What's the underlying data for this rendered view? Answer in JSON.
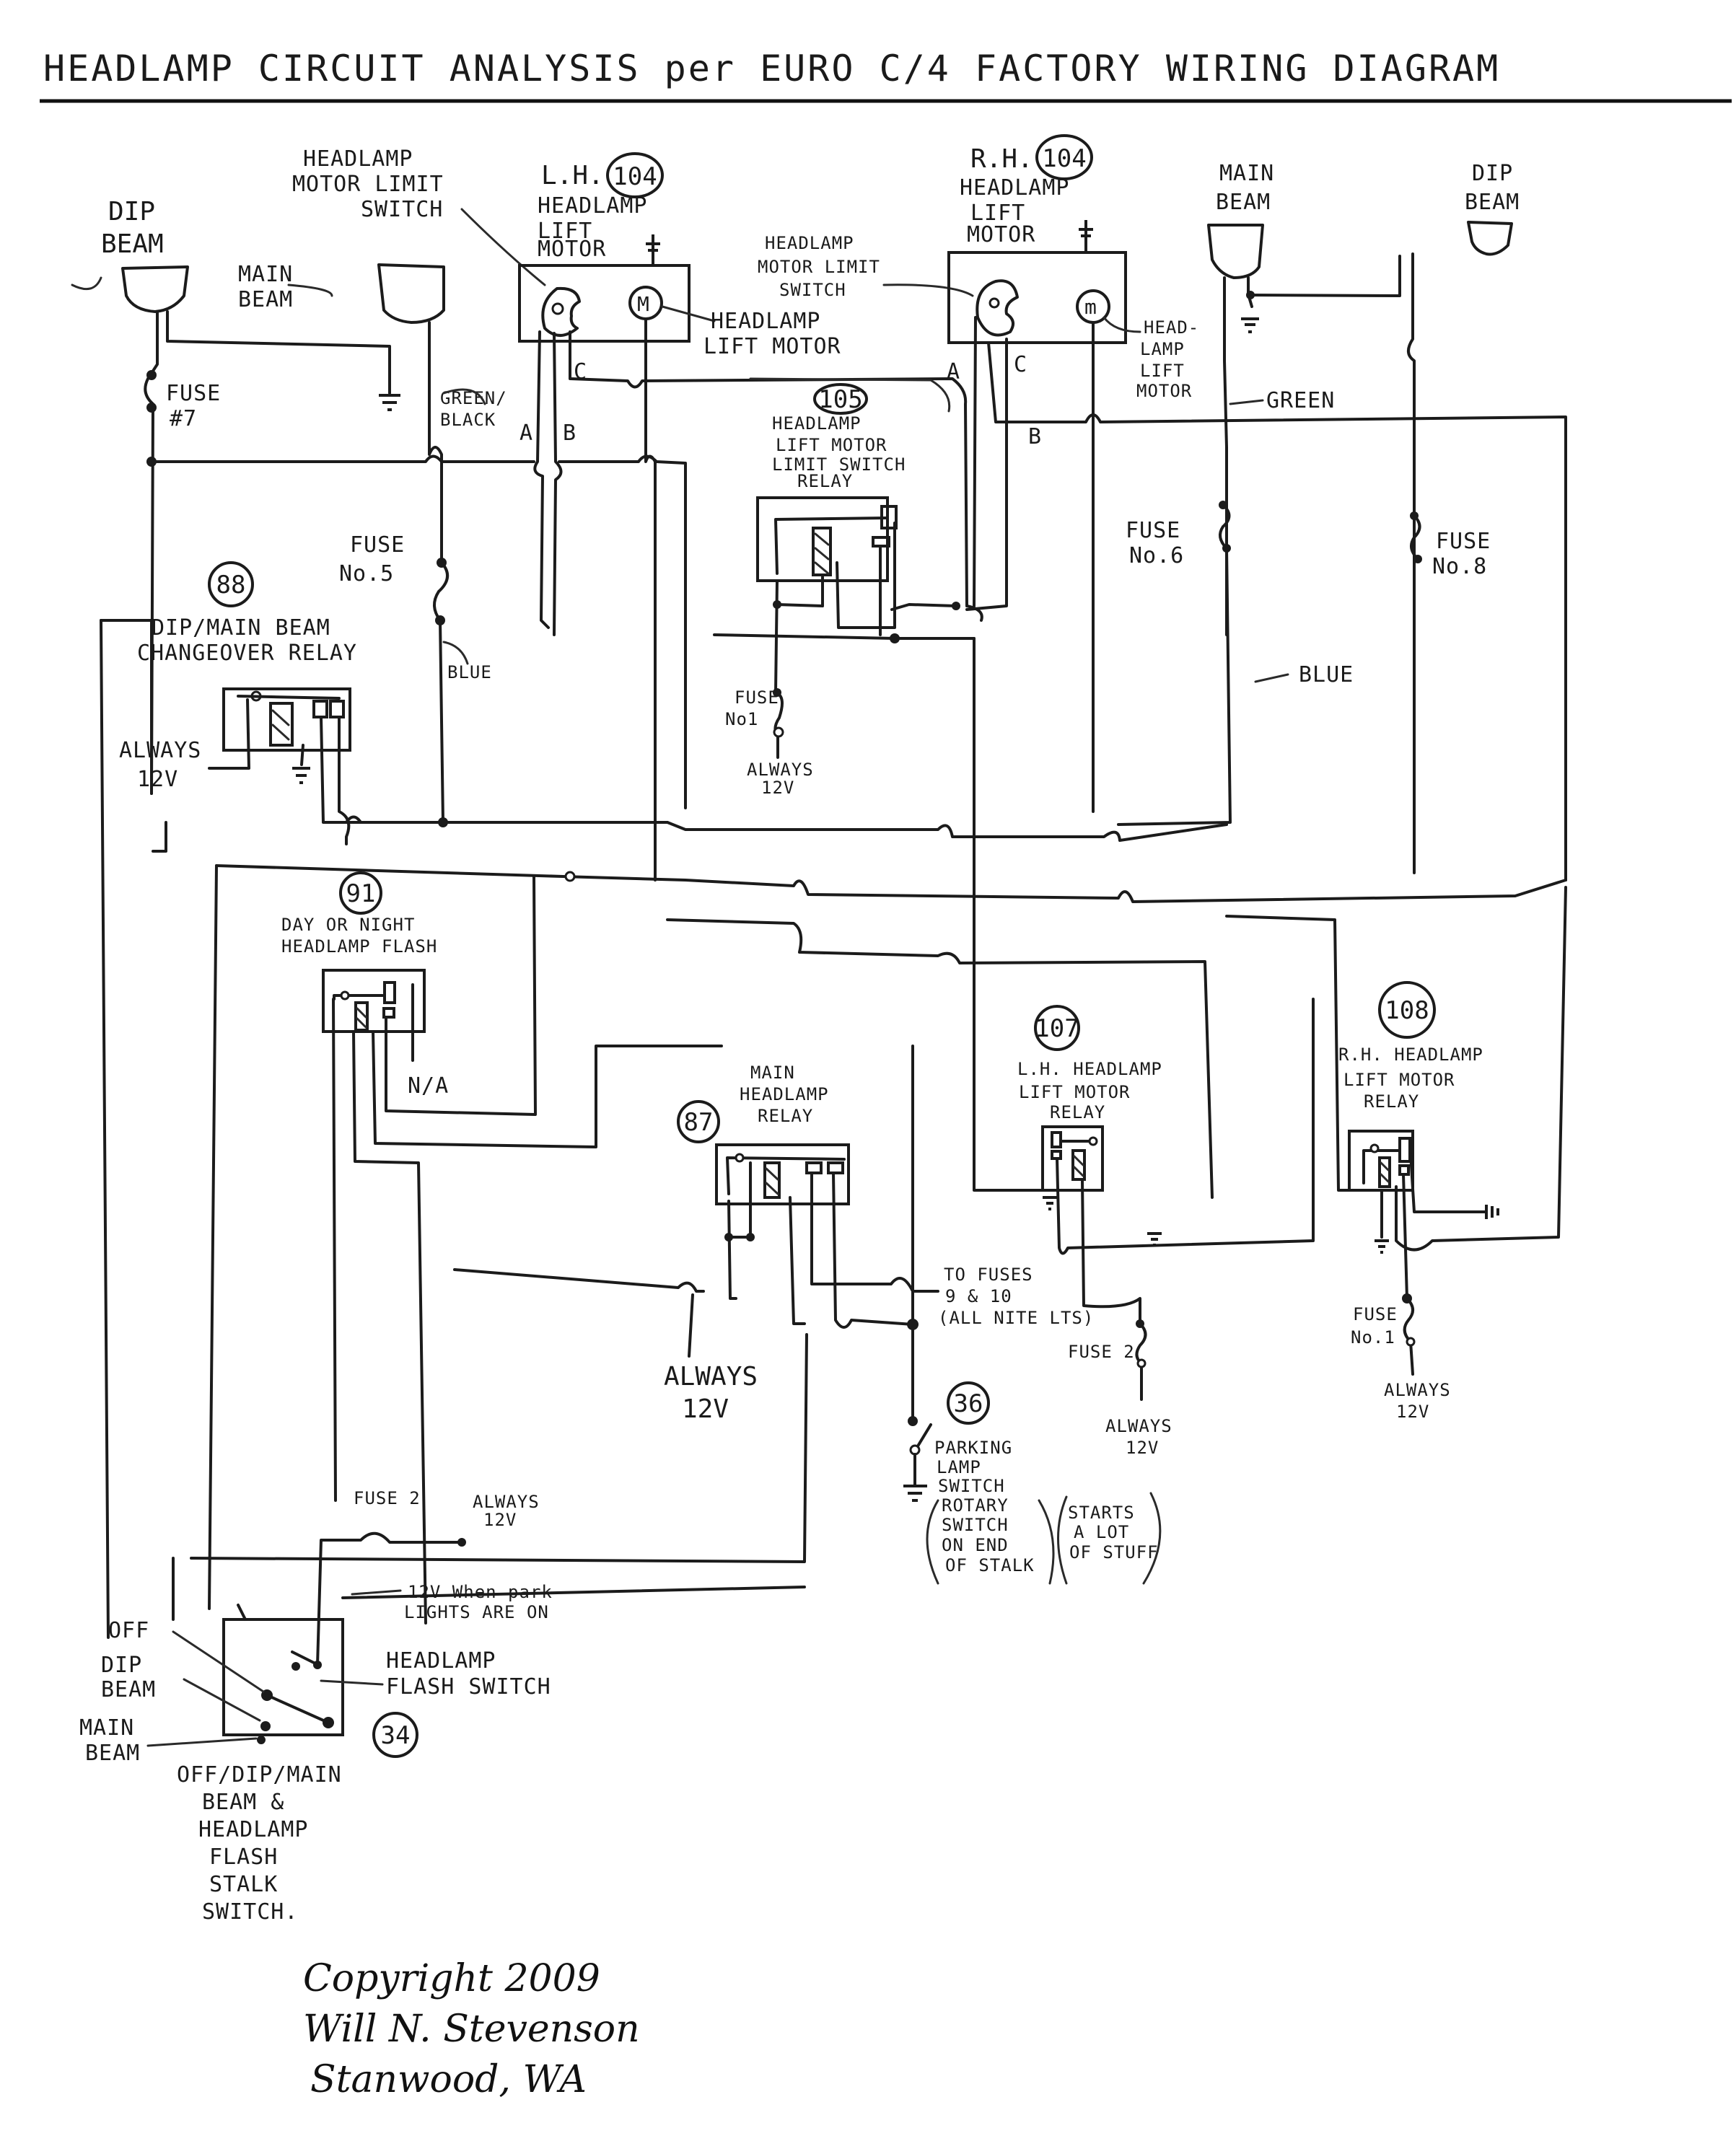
{
  "title": "HEADLAMP CIRCUIT ANALYSIS per EURO C/4 FACTORY WIRING DIAGRAM",
  "components": {
    "dip_beam_left": {
      "label_1": "DIP",
      "label_2": "BEAM"
    },
    "main_beam_left": {
      "label_1": "MAIN",
      "label_2": "BEAM"
    },
    "main_beam_right": {
      "label_1": "MAIN",
      "label_2": "BEAM"
    },
    "dip_beam_right": {
      "label_1": "DIP",
      "label_2": "BEAM"
    },
    "lh_motor": {
      "side": "L.H.",
      "number": "104",
      "label_1": "HEADLAMP",
      "label_2": "LIFT",
      "label_3": "MOTOR",
      "limit_switch_1": "HEADLAMP",
      "limit_switch_2": "MOTOR LIMIT",
      "limit_switch_3": "SWITCH",
      "motor_callout_1": "HEADLAMP",
      "motor_callout_2": "LIFT MOTOR",
      "motor_symbol": "M",
      "terminals": [
        "A",
        "B",
        "C"
      ]
    },
    "rh_motor": {
      "side": "R.H.",
      "number": "104",
      "label_1": "HEADLAMP",
      "label_2": "LIFT",
      "label_3": "MOTOR",
      "limit_switch_1": "HEADLAMP",
      "limit_switch_2": "MOTOR LIMIT",
      "limit_switch_3": "SWITCH",
      "motor_callout_1": "HEAD-",
      "motor_callout_2": "LAMP",
      "motor_callout_3": "LIFT",
      "motor_callout_4": "MOTOR",
      "motor_symbol": "m",
      "terminals": [
        "A",
        "B",
        "C"
      ]
    },
    "relay_105": {
      "number": "105",
      "label_1": "HEADLAMP",
      "label_2": "LIFT MOTOR",
      "label_3": "LIMIT SWITCH",
      "label_4": "RELAY"
    },
    "relay_88": {
      "number": "88",
      "label_1": "DIP/MAIN BEAM",
      "label_2": "CHANGEOVER RELAY",
      "supply_1": "ALWAYS",
      "supply_2": "12V"
    },
    "relay_91": {
      "number": "91",
      "label_1": "DAY OR NIGHT",
      "label_2": "HEADLAMP FLASH",
      "unused": "N/A"
    },
    "relay_87": {
      "number": "87",
      "label_1": "MAIN",
      "label_2": "HEADLAMP",
      "label_3": "RELAY",
      "supply_1": "ALWAYS",
      "supply_2": "12V"
    },
    "relay_107": {
      "number": "107",
      "label_1": "L.H. HEADLAMP",
      "label_2": "LIFT MOTOR",
      "label_3": "RELAY"
    },
    "relay_108": {
      "number": "108",
      "label_1": "R.H. HEADLAMP",
      "label_2": "LIFT MOTOR",
      "label_3": "RELAY"
    },
    "switch_36": {
      "number": "36",
      "label_1": "PARKING",
      "label_2": "LAMP",
      "label_3": "SWITCH",
      "note_1": "ROTARY",
      "note_2": "SWITCH",
      "note_3": "ON END",
      "note_4": "OF STALK",
      "aside_1": "STARTS",
      "aside_2": "A LOT",
      "aside_3": "OF STUFF"
    },
    "switch_34": {
      "number": "34",
      "pos_off": "OFF",
      "pos_dip_1": "DIP",
      "pos_dip_2": "BEAM",
      "pos_main_1": "MAIN",
      "pos_main_2": "BEAM",
      "flash_1": "HEADLAMP",
      "flash_2": "FLASH SWITCH",
      "park_note_1": "12V When park",
      "park_note_2": "LIGHTS ARE ON",
      "caption": [
        "OFF/DIP/MAIN",
        "BEAM &",
        "HEADLAMP",
        "FLASH",
        "STALK",
        "SWITCH."
      ]
    }
  },
  "fuses": {
    "fuse7": {
      "label_1": "FUSE",
      "label_2": "#7"
    },
    "fuse5": {
      "label_1": "FUSE",
      "label_2": "No.5"
    },
    "fuse6": {
      "label_1": "FUSE",
      "label_2": "No.6"
    },
    "fuse8": {
      "label_1": "FUSE",
      "label_2": "No.8"
    },
    "fuse1_top": {
      "label_1": "FUSE",
      "label_2": "No1",
      "supply_1": "ALWAYS",
      "supply_2": "12V"
    },
    "fuse2_mid": {
      "label": "FUSE 2",
      "supply_1": "ALWAYS",
      "supply_2": "12V"
    },
    "fuse1_right": {
      "label_1": "FUSE",
      "label_2": "No.1",
      "supply_1": "ALWAYS",
      "supply_2": "12V"
    },
    "fuse2_bottom": {
      "label": "FUSE 2",
      "supply_1": "ALWAYS",
      "supply_2": "12V"
    },
    "fuses_9_10": {
      "label_1": "TO FUSES",
      "label_2": "9 & 10",
      "label_3": "(ALL NITE LTS)"
    }
  },
  "wire_colors": {
    "green_black_1": "GREEN/",
    "green_black_2": "BLACK",
    "blue_left": "BLUE",
    "green_right": "GREEN",
    "blue_right": "BLUE"
  },
  "signature": {
    "line_1": "Copyright 2009",
    "line_2": "Will N. Stevenson",
    "line_3": "Stanwood, WA"
  }
}
